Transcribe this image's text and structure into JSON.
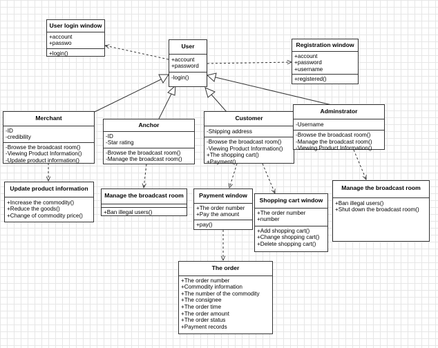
{
  "classes": {
    "user_login_window": {
      "name": "User login window",
      "attributes": [
        "+account",
        "+passwo"
      ],
      "methods": [
        "+login()"
      ]
    },
    "user": {
      "name": "User",
      "attributes": [
        "+account",
        "+password"
      ],
      "methods": [
        "-login()"
      ]
    },
    "registration_window": {
      "name": "Registration window",
      "attributes": [
        "+account",
        "+password",
        "+username"
      ],
      "methods": [
        "+registered()"
      ]
    },
    "merchant": {
      "name": "Merchant",
      "attributes": [
        "-ID",
        "-credibility"
      ],
      "methods": [
        "-Browse the broadcast room()",
        "-Viewing Product Information()",
        "-Update product information()"
      ]
    },
    "anchor": {
      "name": "Anchor",
      "attributes": [
        "-ID",
        "-Star rating"
      ],
      "methods": [
        "-Browse the broadcast room()",
        "-Manage the broadcast room()"
      ]
    },
    "customer": {
      "name": "Customer",
      "attributes": [
        "-Shipping address"
      ],
      "methods": [
        "-Browse the broadcast room()",
        "-Viewing Product Information()",
        "+The shopping cart()",
        "+Payment()"
      ]
    },
    "adminstrator": {
      "name": "Adminstrator",
      "attributes": [
        "-Username"
      ],
      "methods": [
        "-Browse the broadcast room()",
        "-Manage the broadcast room()",
        "-Viewing Product Information()"
      ]
    },
    "update_product_information": {
      "name": "Update product information",
      "attributes": [
        "+Increase the commodity()",
        "+Reduce the goods()",
        "+Change of commodity price()"
      ]
    },
    "manage_broadcast_room_anchor": {
      "name": "Manage the broadcast room",
      "attributes": [],
      "methods": [
        "+Ban illegal users()"
      ]
    },
    "payment_window": {
      "name": "Payment window",
      "attributes": [
        "+The order number",
        "+Pay the amount"
      ],
      "methods": [
        "+pay()"
      ]
    },
    "shopping_cart_window": {
      "name": "Shopping cart window",
      "attributes": [
        "+The order number",
        "+number"
      ],
      "methods": [
        "+Add shopping cart()",
        "+Change shopping cart()",
        "+Delete shopping cart()"
      ]
    },
    "manage_broadcast_room_admin": {
      "name": "Manage the broadcast room",
      "attributes": [
        "+Ban illegal users()",
        "+Shut down the broadcast room()"
      ]
    },
    "the_order": {
      "name": "The order",
      "attributes": [
        "+The order number",
        "+Commodity information",
        "+The number of the commodity",
        "+The consignee",
        "+The order time",
        "+The order amount",
        "+The order status",
        "+Payment records"
      ]
    }
  }
}
